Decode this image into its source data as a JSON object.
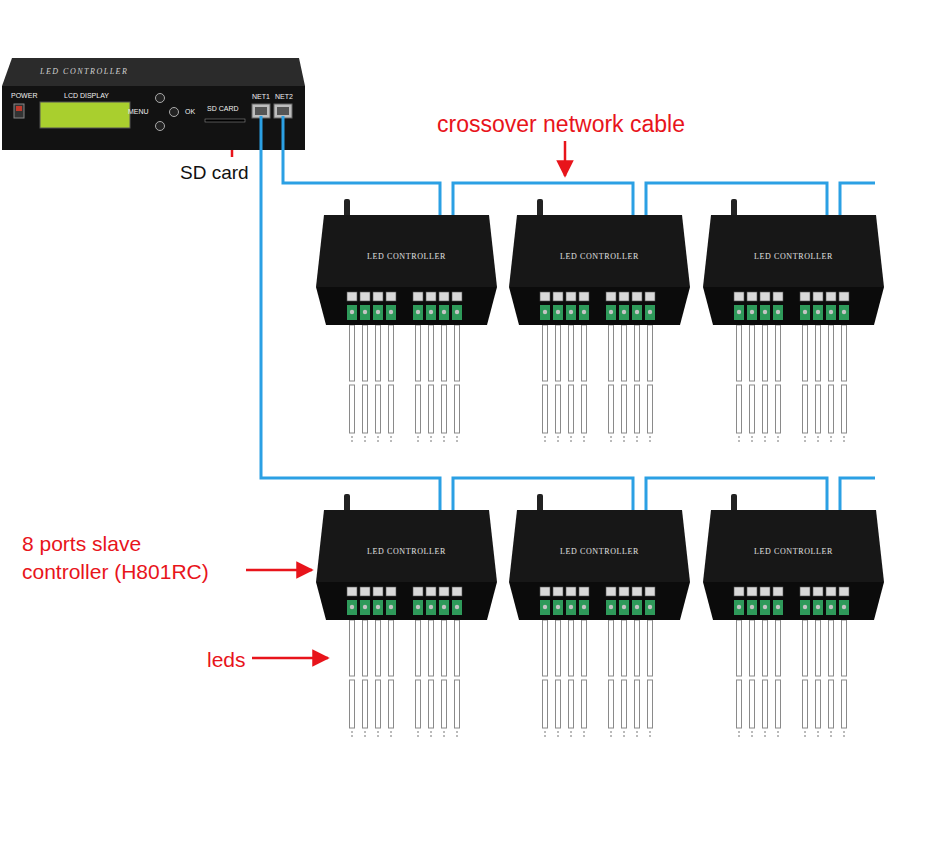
{
  "diagram": {
    "nodes": [
      {
        "text": [
          "LED CONTROLLER",
          "POWER",
          "LCD DISPLAY",
          "MENU",
          "OK",
          "SD CARD",
          "NET1",
          "NET2"
        ]
      },
      {
        "text": [
          "LED CONTROLLER"
        ]
      },
      {
        "text": [
          "LED CONTROLLER"
        ]
      },
      {
        "text": [
          "LED CONTROLLER"
        ]
      },
      {
        "text": [
          "LED CONTROLLER"
        ]
      },
      {
        "text": [
          "LED CONTROLLER"
        ]
      },
      {
        "text": [
          "LED CONTROLLER"
        ]
      }
    ],
    "edges": [
      {
        "from": 0,
        "to": 1,
        "arrow": "none"
      },
      {
        "from": 1,
        "to": 2,
        "arrow": "none"
      },
      {
        "from": 2,
        "to": 3,
        "arrow": "none"
      },
      {
        "from": 0,
        "to": 4,
        "arrow": "none"
      },
      {
        "from": 4,
        "to": 5,
        "arrow": "none"
      },
      {
        "from": 5,
        "to": 6,
        "arrow": "none"
      }
    ],
    "labels": [
      "SD card",
      "crossover network cable",
      "8 ports slave controller (H801RC)",
      "leds"
    ]
  }
}
